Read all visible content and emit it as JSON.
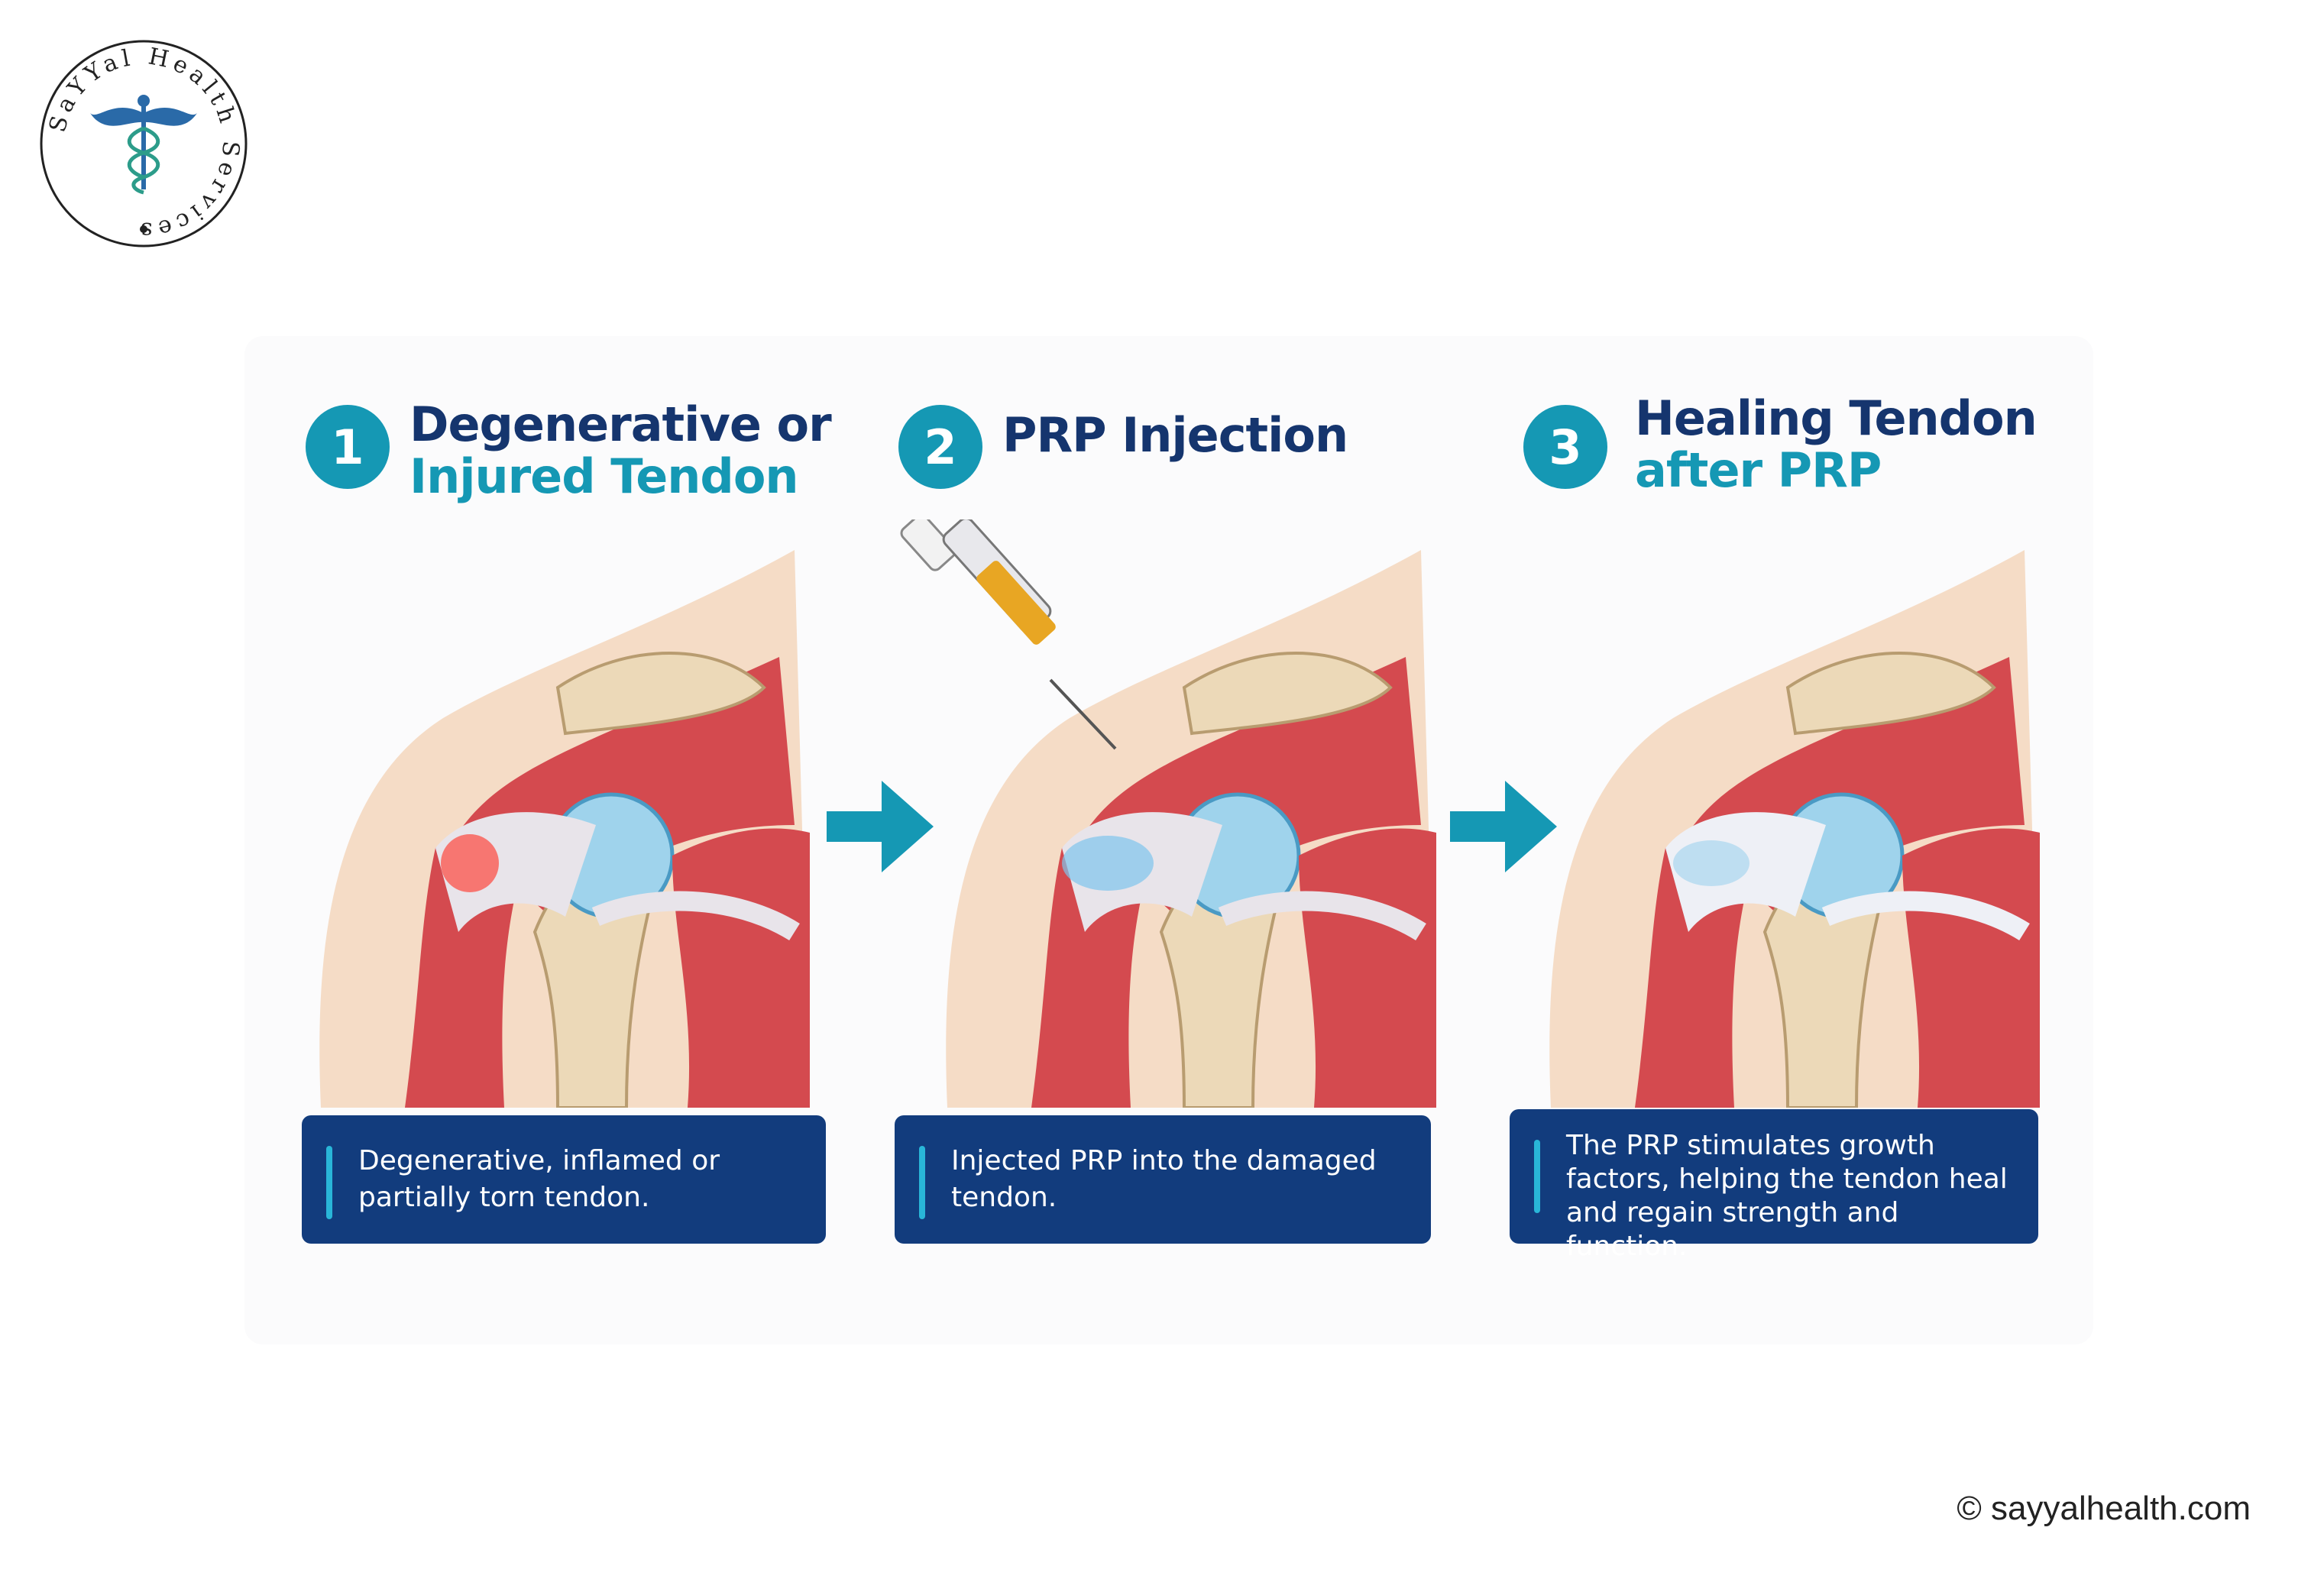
{
  "logo": {
    "ring_text": "SaYYal Health Services",
    "icon": "caduceus-icon"
  },
  "steps": [
    {
      "number": "1",
      "title_line1": "Degenerative or",
      "title_line2": "Injured Tendon",
      "caption": "Degenerative, inflamed or partially torn tendon."
    },
    {
      "number": "2",
      "title_line1": "PRP Injection",
      "title_line2": "",
      "caption": "Injected PRP into the damaged tendon."
    },
    {
      "number": "3",
      "title_line1": "Healing Tendon",
      "title_line2": "after PRP",
      "caption": "The PRP stimulates growth factors, helping the tendon heal and regain strength and function."
    }
  ],
  "arrows": [
    "right-arrow-icon",
    "right-arrow-icon"
  ],
  "footer": {
    "copyright": "© sayyalhealth.com"
  },
  "colors": {
    "navy": "#15356e",
    "teal": "#1598b4",
    "caption_bg": "#123c7d",
    "muscle": "#d44a4f",
    "bone": "#ecd9b8",
    "cartilage": "#9fd3ec"
  }
}
